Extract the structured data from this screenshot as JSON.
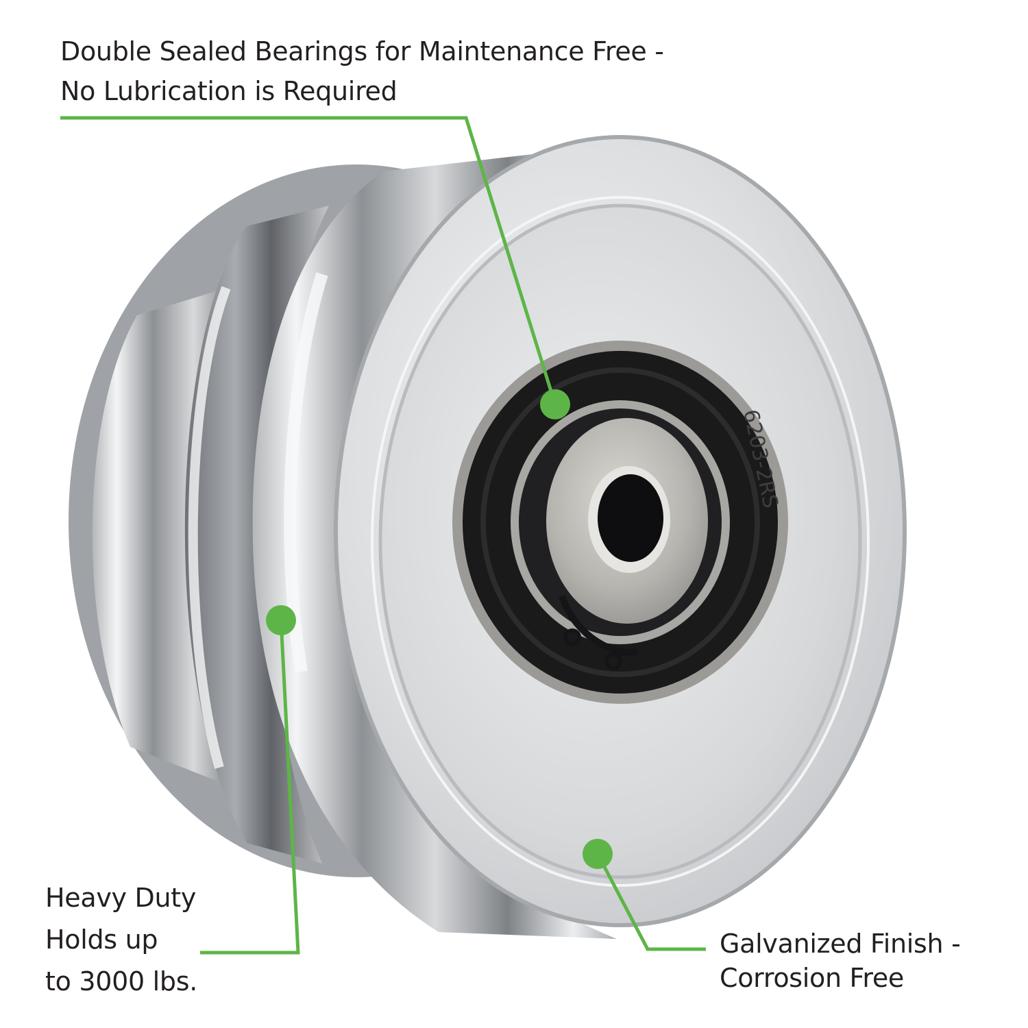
{
  "callouts": {
    "bearings": {
      "line1": "Double Sealed Bearings for Maintenance Free -",
      "line2": "No Lubrication is Required"
    },
    "load": {
      "line1": "Heavy Duty",
      "line2": "Holds up",
      "line3": "to 3000 lbs."
    },
    "finish": {
      "line1": "Galvanized Finish -",
      "line2": "Corrosion Free"
    }
  },
  "bearing_marking": "6203-2RS",
  "colors": {
    "callout_green": "#5db547",
    "text": "#231f20",
    "background": "#ffffff"
  }
}
